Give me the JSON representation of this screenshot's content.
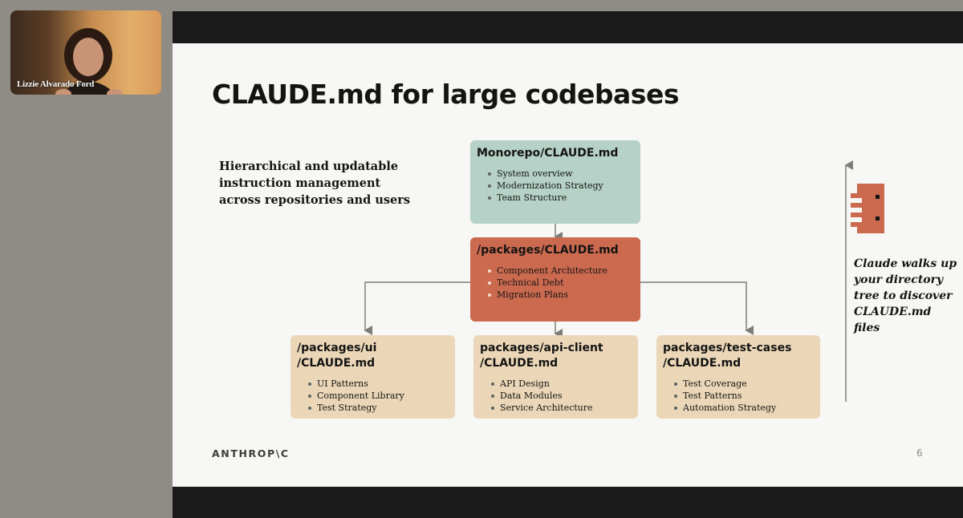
{
  "participant": {
    "name": "Lizzie Alvarado Ford"
  },
  "slide": {
    "title": "CLAUDE.md for large codebases",
    "subtitle": "Hierarchical and updatable instruction management across repositories and users",
    "root": {
      "title": "Monorepo/CLAUDE.md",
      "items": [
        "System overview",
        "Modernization Strategy",
        "Team Structure"
      ]
    },
    "mid": {
      "title": "/packages/CLAUDE.md",
      "items": [
        "Component Architecture",
        "Technical Debt",
        "Migration Plans"
      ]
    },
    "leaves": [
      {
        "title_line1": "/packages/ui",
        "title_line2": "/CLAUDE.md",
        "items": [
          "UI Patterns",
          "Component Library",
          "Test Strategy"
        ]
      },
      {
        "title_line1": "packages/api-client",
        "title_line2": "/CLAUDE.md",
        "items": [
          "API Design",
          "Data Modules",
          "Service Architecture"
        ]
      },
      {
        "title_line1": "packages/test-cases",
        "title_line2": "/CLAUDE.md",
        "items": [
          "Test Coverage",
          "Test Patterns",
          "Automation Strategy"
        ]
      }
    ],
    "side_note": "Claude walks up your directory tree to discover CLAUDE.md files",
    "brand": "ANTHROP\\C",
    "page_number": "6"
  },
  "colors": {
    "teal": "#b6d1c7",
    "orange": "#cc6a50",
    "tan": "#ebd7b8",
    "arrow": "#7d7d78",
    "slide_bg": "#f7f7f5"
  }
}
